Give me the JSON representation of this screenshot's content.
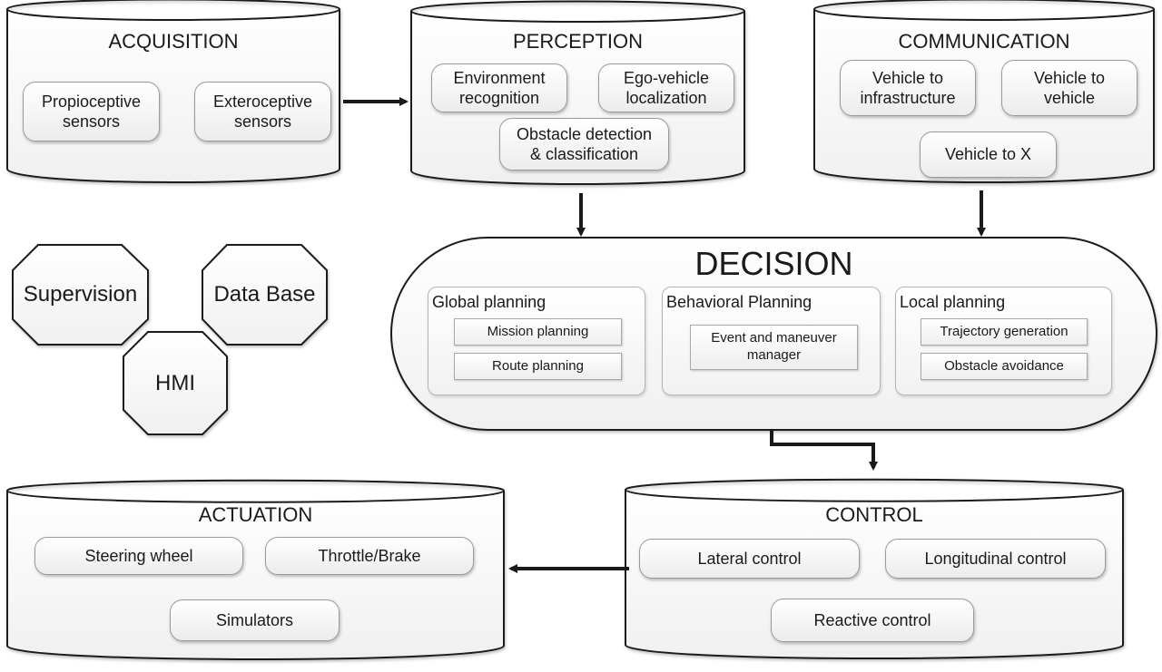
{
  "acquisition": {
    "title": "ACQUISITION",
    "items": [
      "Propioceptive\nsensors",
      "Exteroceptive\nsensors"
    ]
  },
  "perception": {
    "title": "PERCEPTION",
    "items": [
      "Environment\nrecognition",
      "Ego-vehicle\nlocalization",
      "Obstacle detection\n& classification"
    ]
  },
  "communication": {
    "title": "COMMUNICATION",
    "items": [
      "Vehicle to\ninfrastructure",
      "Vehicle to\nvehicle",
      "Vehicle to X"
    ]
  },
  "side_modules": [
    "Supervision",
    "Data Base",
    "HMI"
  ],
  "decision": {
    "title": "DECISION",
    "panels": [
      {
        "title": "Global planning",
        "items": [
          "Mission planning",
          "Route planning"
        ]
      },
      {
        "title": "Behavioral Planning",
        "items": [
          "Event and maneuver\nmanager"
        ]
      },
      {
        "title": "Local planning",
        "items": [
          "Trajectory generation",
          "Obstacle avoidance"
        ]
      }
    ]
  },
  "actuation": {
    "title": "ACTUATION",
    "items": [
      "Steering wheel",
      "Throttle/Brake",
      "Simulators"
    ]
  },
  "control": {
    "title": "CONTROL",
    "items": [
      "Lateral control",
      "Longitudinal control",
      "Reactive control"
    ]
  }
}
